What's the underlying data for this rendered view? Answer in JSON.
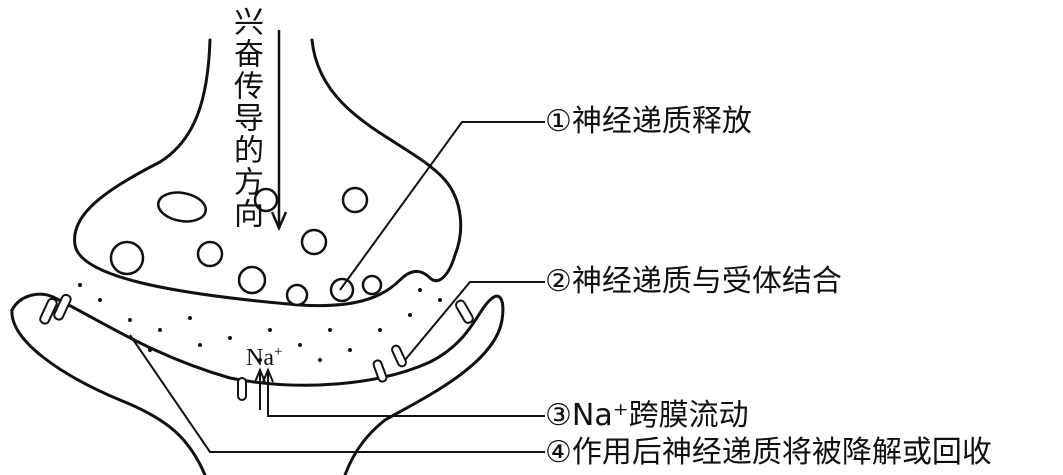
{
  "direction_label": "兴奋传导的方向",
  "ion_label": {
    "base": "Na",
    "sup": "+"
  },
  "labels": {
    "l1": {
      "num": "①",
      "text": "神经递质释放"
    },
    "l2": {
      "num": "②",
      "text": "神经递质与受体结合"
    },
    "l3": {
      "num": "③",
      "text": "Na⁺跨膜流动"
    },
    "l4": {
      "num": "④",
      "text": "作用后神经递质将被降解或回收"
    }
  },
  "colors": {
    "ink": "#111111",
    "background": "#ffffff"
  }
}
